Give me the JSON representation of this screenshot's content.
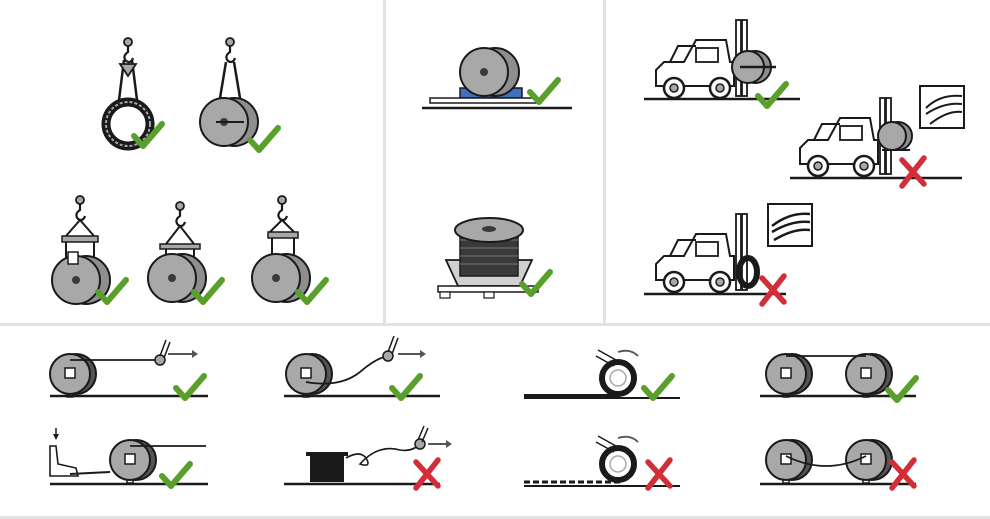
{
  "colors": {
    "check": "#5a9e2b",
    "cross": "#d22e3a",
    "reel_fill": "#a8a8a8",
    "reel_dark": "#3a3a3a",
    "outline": "#1a1a1a",
    "pallet_blue": "#3e6fc0",
    "divider": "#e2e2e2"
  },
  "panels": {
    "lifting": {
      "items": [
        {
          "method": "ring-coil-sling",
          "verdict": "correct"
        },
        {
          "method": "reel-single-sling-axle",
          "verdict": "correct"
        },
        {
          "method": "reel-spreader-bar-a",
          "verdict": "correct"
        },
        {
          "method": "reel-spreader-bar-b",
          "verdict": "correct"
        },
        {
          "method": "reel-spreader-bar-c",
          "verdict": "correct"
        }
      ]
    },
    "pallet": {
      "items": [
        {
          "method": "reel-on-blue-pallet",
          "verdict": "correct"
        },
        {
          "method": "drum-on-pallet",
          "verdict": "correct"
        }
      ]
    },
    "forklift": {
      "items": [
        {
          "method": "forklift-reel-forks-through-axis",
          "verdict": "correct"
        },
        {
          "method": "forklift-reel-flange-contact",
          "verdict": "incorrect"
        },
        {
          "method": "forklift-coil-forks-in-coil",
          "verdict": "incorrect"
        }
      ]
    },
    "unwinding": {
      "items": [
        {
          "method": "pull-from-reel-straight",
          "verdict": "correct"
        },
        {
          "method": "pull-from-reel-curved",
          "verdict": "correct"
        },
        {
          "method": "roll-coil-on-ground",
          "verdict": "correct"
        },
        {
          "method": "reel-to-reel-straight",
          "verdict": "correct"
        },
        {
          "method": "foot-braking-reel",
          "verdict": "correct"
        },
        {
          "method": "pull-from-drum-loops",
          "verdict": "incorrect"
        },
        {
          "method": "drag-coil-over-rough-ground",
          "verdict": "incorrect"
        },
        {
          "method": "reel-to-reel-sagging",
          "verdict": "incorrect"
        }
      ]
    }
  }
}
